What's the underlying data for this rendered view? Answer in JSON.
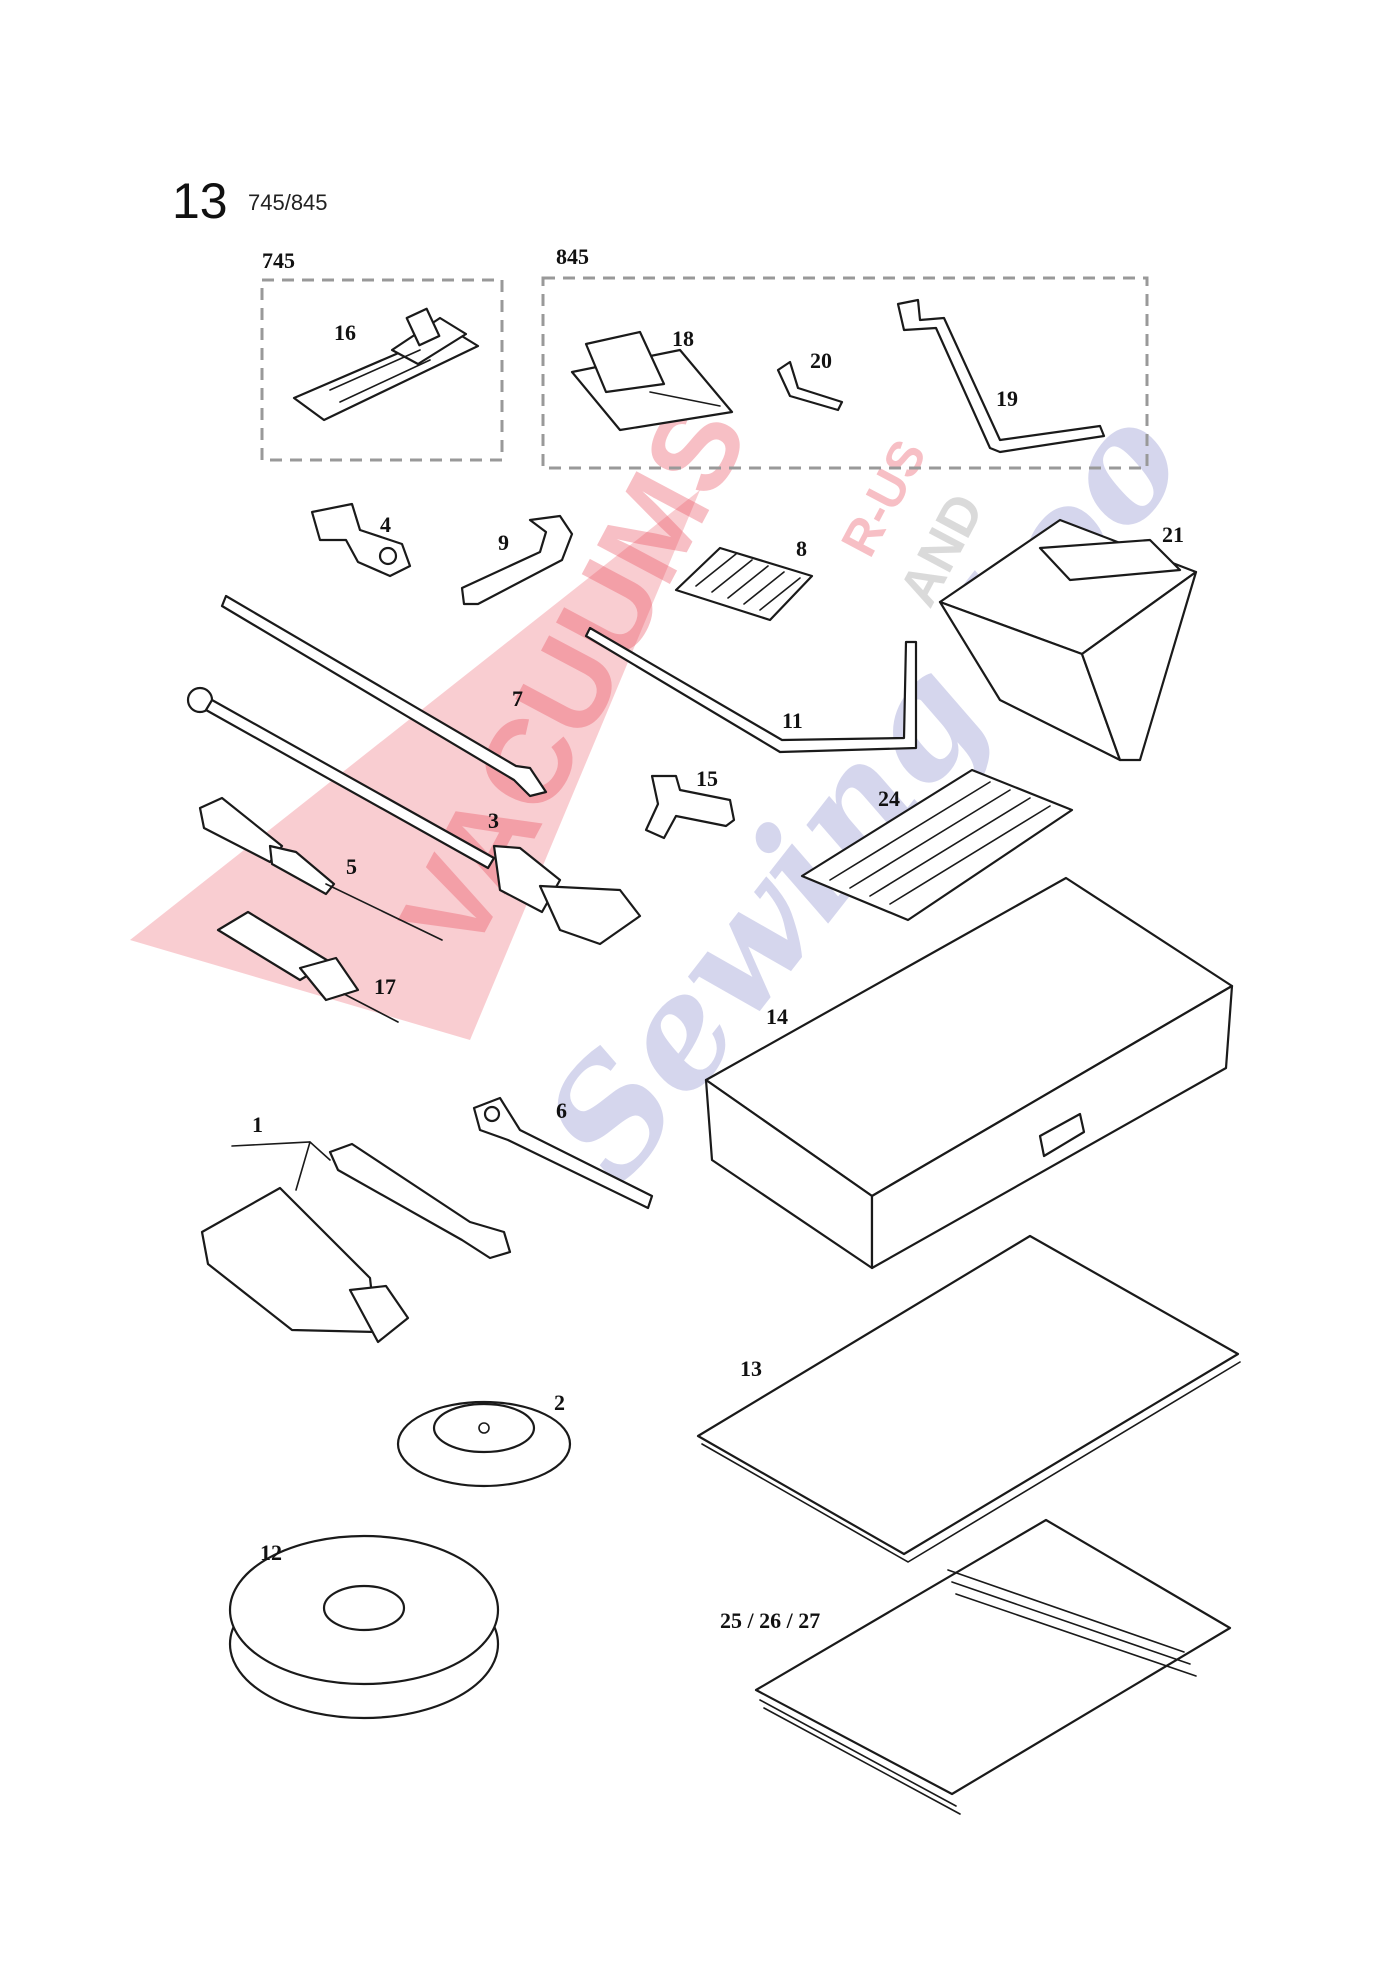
{
  "page": {
    "number": "13",
    "models": "745/845"
  },
  "groups": {
    "left": "745",
    "right": "845"
  },
  "labels": {
    "p1": "1",
    "p2": "2",
    "p3": "3",
    "p4": "4",
    "p5": "5",
    "p6": "6",
    "p7": "7",
    "p8": "8",
    "p9": "9",
    "p11": "11",
    "p12": "12",
    "p13": "13",
    "p14": "14",
    "p15": "15",
    "p16": "16",
    "p17": "17",
    "p18": "18",
    "p19": "19",
    "p20": "20",
    "p21": "21",
    "p24": "24",
    "p25": "25 / 26 / 27"
  },
  "watermark": {
    "main": "VACUUMS",
    "rus": "R-US",
    "and": "AND",
    "script": "Sewing too"
  },
  "colors": {
    "watermark_red": "#e94b5b",
    "watermark_blue": "#6a6ec0",
    "frame_dash": "#999999"
  }
}
